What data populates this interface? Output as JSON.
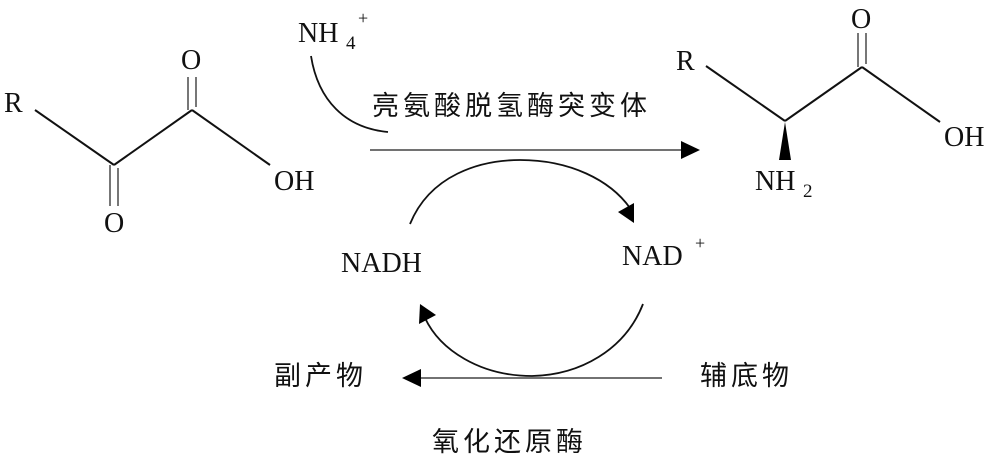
{
  "reactant": {
    "r_label": "R",
    "keto_o_label": "O",
    "acid_o_label": "O",
    "oh_label": "OH"
  },
  "ammonium": {
    "base": "NH",
    "subscript": "4",
    "superscript": "+"
  },
  "enzyme_top": "亮氨酸脱氢酶突变体",
  "product": {
    "r_label": "R",
    "o_label": "O",
    "oh_label": "OH",
    "nh2_base": "NH",
    "nh2_subscript": "2"
  },
  "cofactor_cycle": {
    "nadh_label": "NADH",
    "nad_base": "NAD",
    "nad_superscript": "+"
  },
  "bottom_reaction": {
    "byproduct_label": "副产物",
    "cosubstrate_label": "辅底物",
    "enzyme_label": "氧化还原酶"
  }
}
